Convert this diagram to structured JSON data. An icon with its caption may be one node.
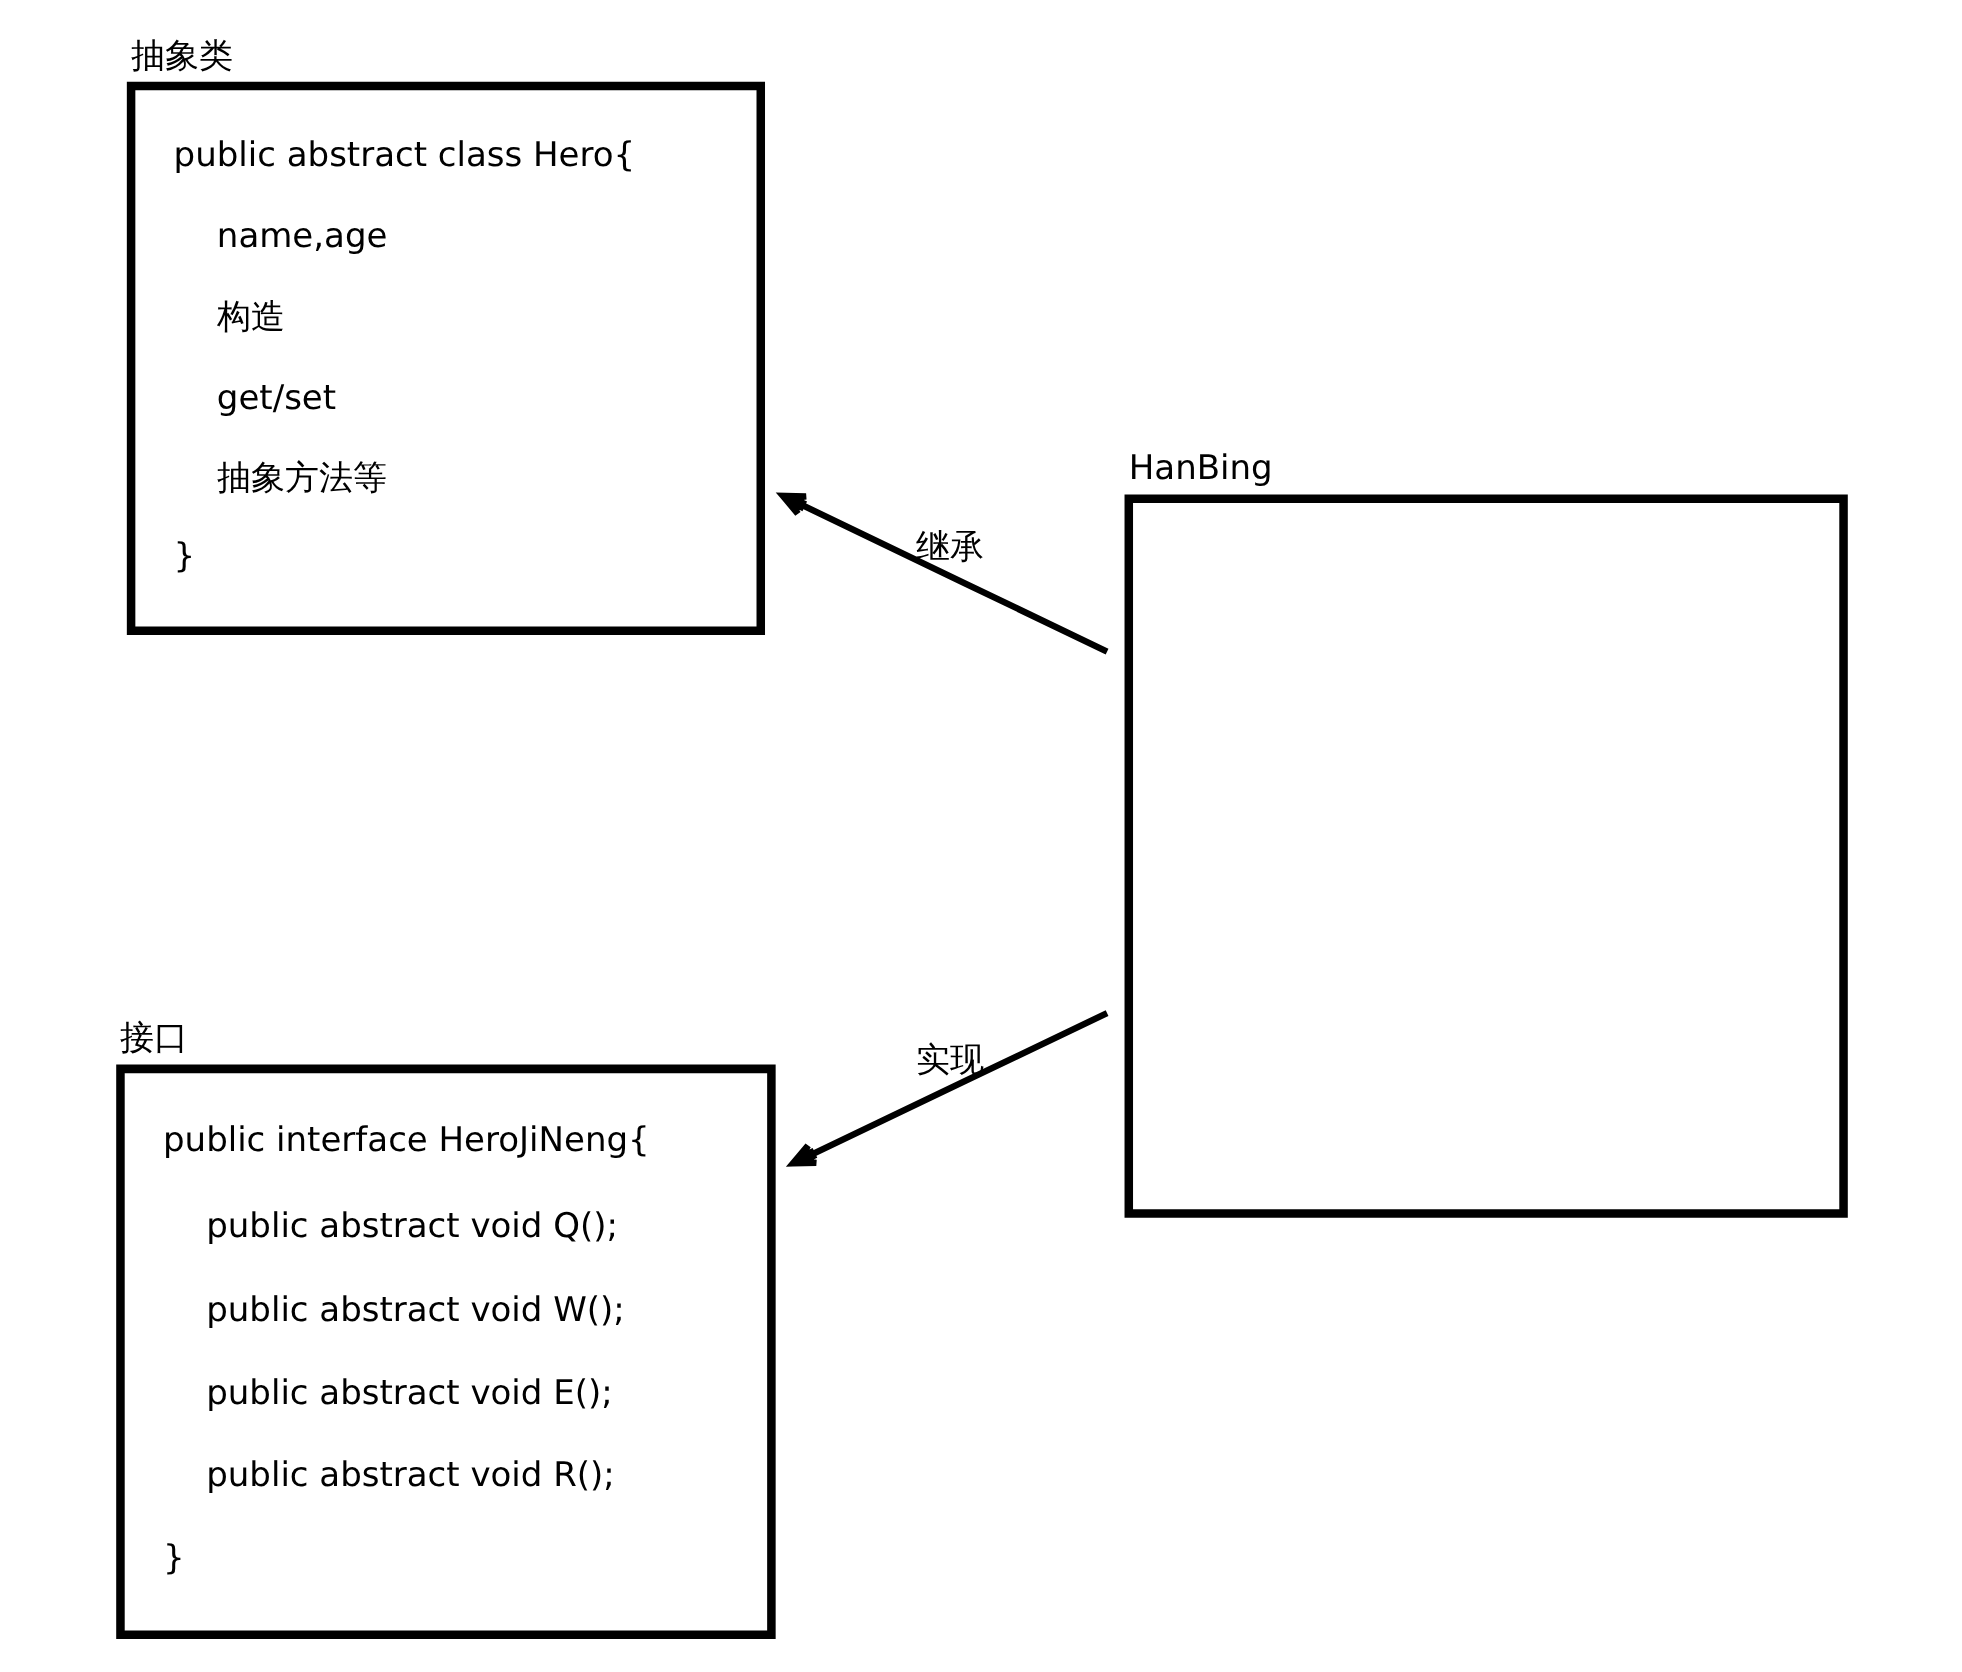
{
  "diagram": {
    "nodes": [
      {
        "text": [
          "抽象类",
          "public abstract class Hero{",
          "name,age",
          "构造",
          "get/set",
          "抽象方法等",
          "}"
        ]
      },
      {
        "text": [
          "接口",
          "public interface HeroJiNeng{",
          "public abstract void Q();",
          "public abstract void W();",
          "public abstract void E();",
          "public abstract void R();",
          "}"
        ]
      },
      {
        "text": [
          "HanBing"
        ]
      }
    ],
    "edges": [
      {
        "from": 2,
        "to": 0,
        "arrow": "to",
        "label": "继承"
      },
      {
        "from": 2,
        "to": 1,
        "arrow": "to",
        "label": "实现"
      }
    ]
  }
}
